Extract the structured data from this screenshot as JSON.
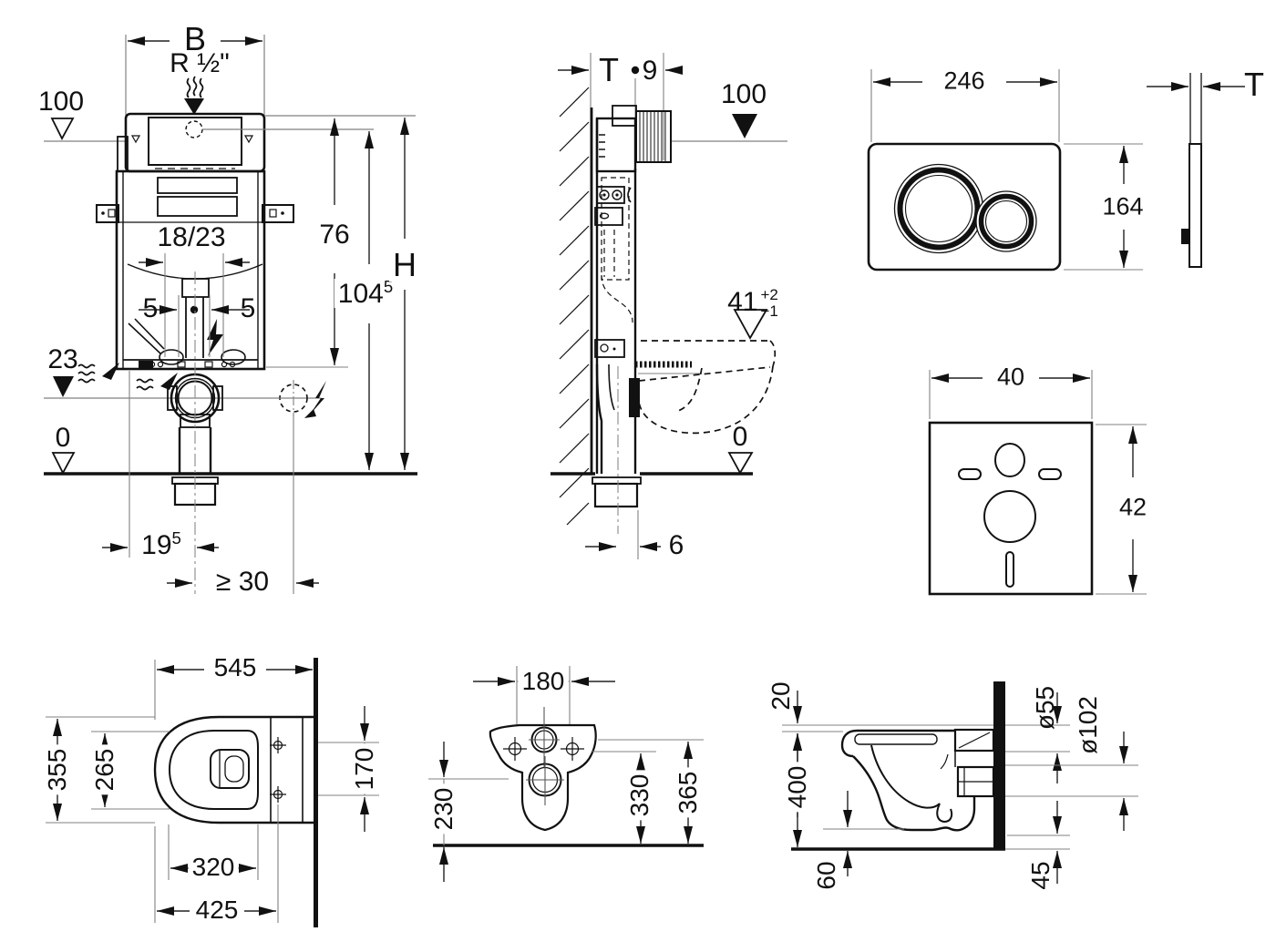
{
  "colors": {
    "background": "#ffffff",
    "line": "#111111",
    "dim": "#222222",
    "ext": "#808080"
  },
  "views": {
    "frame_front": {
      "title": "in-wall cistern frame front view",
      "labels": {
        "width": "B",
        "supply_thread": "R ½\"",
        "level_100": "100",
        "rough_in": "18/23",
        "offset_left": "5",
        "offset_right": "5",
        "level_23": "23",
        "level_0": "0",
        "height_76": "76",
        "height_104_main": "104",
        "height_104_sup": "5",
        "height_total": "H",
        "drain_offset_main": "19",
        "drain_offset_sup": "5",
        "clearance_min": "≥ 30"
      }
    },
    "frame_side": {
      "title": "in-wall cistern frame side view",
      "labels": {
        "depth": "T",
        "pipe_offset": "9",
        "level_100": "100",
        "outlet_main": "41",
        "outlet_tol_plus": "+2",
        "outlet_tol_minus": "−1",
        "level_0": "0",
        "pipe_to_wall": "6"
      }
    },
    "flush_plate": {
      "title": "flush plate",
      "labels": {
        "width": "246",
        "height": "164",
        "thickness": "T"
      }
    },
    "sound_pad": {
      "title": "sound insulation pad",
      "labels": {
        "width": "40",
        "height": "42"
      }
    },
    "pan_top": {
      "title": "toilet pan top view",
      "labels": {
        "depth": "545",
        "width": "355",
        "inner_width": "265",
        "hole_spacing": "170",
        "inner_length": "320",
        "fixing_length": "425"
      }
    },
    "pan_rear": {
      "title": "toilet pan rear view",
      "labels": {
        "hole_spacing": "180",
        "rim_height": "230",
        "drain_height": "330",
        "flush_height": "365"
      }
    },
    "pan_side": {
      "title": "toilet pan side view",
      "labels": {
        "top_clearance": "20",
        "height": "400",
        "bottom_clearance": "60",
        "flush_diameter": "ø55",
        "drain_diameter": "ø102",
        "floor_clearance": "45"
      }
    }
  }
}
